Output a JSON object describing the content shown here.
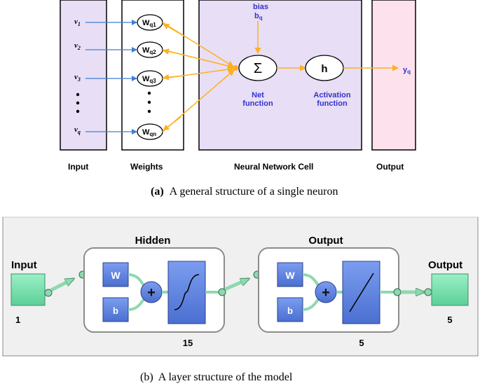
{
  "neuron": {
    "inputs": [
      "v",
      "v",
      "v",
      "v"
    ],
    "input_subscripts": [
      "1",
      "2",
      "3",
      "q"
    ],
    "weights": [
      "W",
      "W",
      "W",
      "W"
    ],
    "weight_subscripts": [
      "q1",
      "q2",
      "q3",
      "qn"
    ],
    "bias_label": "bias",
    "bias_symbol": "b",
    "bias_subscript": "q",
    "net_symbol": "Σ",
    "net_caption_line1": "Net",
    "net_caption_line2": "function",
    "activation_symbol": "h",
    "activation_caption_line1": "Activation",
    "activation_caption_line2": "function",
    "output_symbol": "y",
    "output_subscript": "q",
    "section_labels": {
      "input": "Input",
      "weights": "Weights",
      "cell": "Neural Network Cell",
      "output": "Output"
    },
    "caption_tag": "(a)",
    "caption_text": "A general structure of a single neuron",
    "colors": {
      "input_panel": "#e8def5",
      "cell_panel": "#e8def5",
      "output_panel": "#fde2ee",
      "arrow_blue": "#3f7fd6",
      "arrow_orange": "#ffb020",
      "node_text": "#3333cc"
    }
  },
  "model": {
    "input_label": "Input",
    "input_size": "1",
    "hidden_title": "Hidden",
    "hidden_size": "15",
    "output_title": "Output",
    "output_size": "5",
    "output_node_label": "Output",
    "output_node_size": "5",
    "weight_symbol": "W",
    "bias_symbol": "b",
    "sum_symbol": "+",
    "caption": "(b)  A layer structure of the model",
    "colors": {
      "node_green": "#7fe0b0",
      "block_blue": "#5b7fd8",
      "panel_bg": "#f0f0f0",
      "connector": "#8ed9b0"
    }
  }
}
